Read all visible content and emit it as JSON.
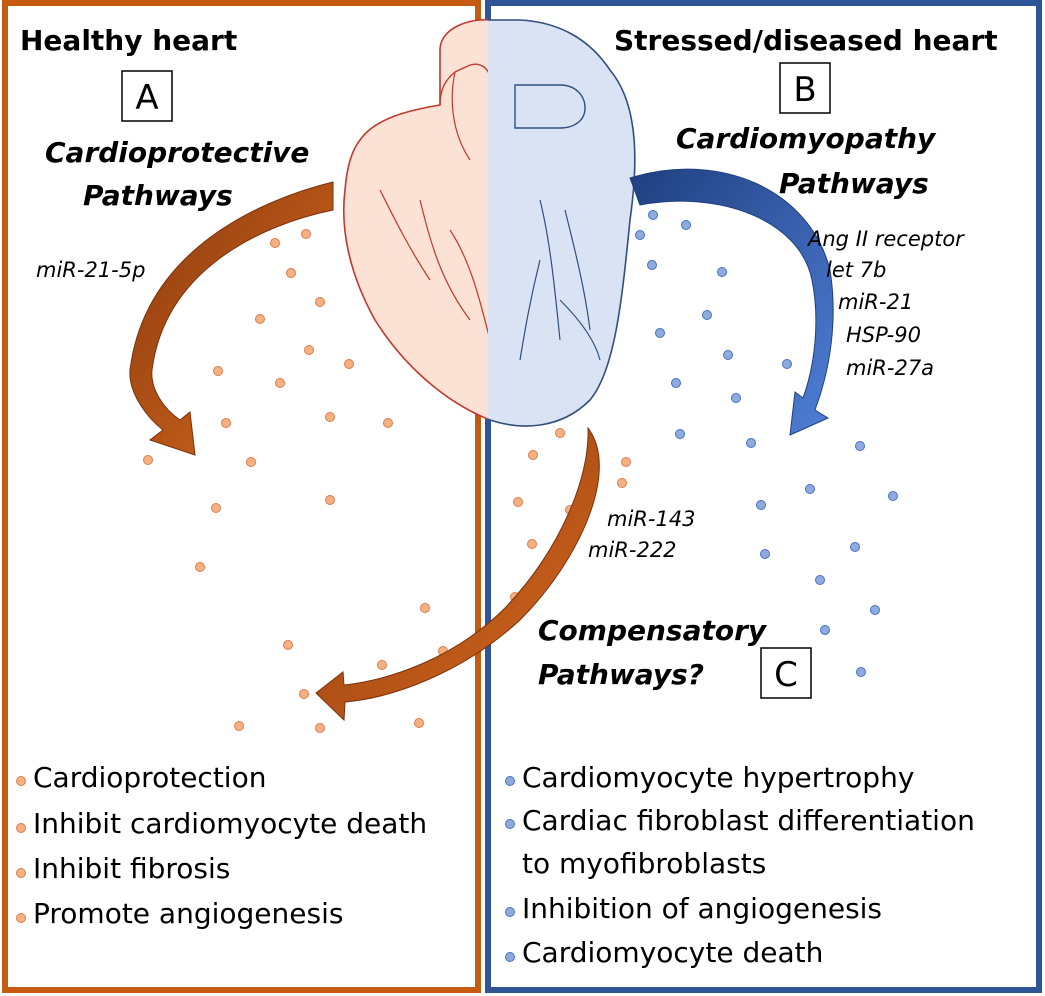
{
  "panels": {
    "healthy": {
      "title": "Healthy heart",
      "label": "A",
      "pathway_line1": "Cardioprotective",
      "pathway_line2": "Pathways",
      "mirna": [
        "miR-21-5p"
      ],
      "effects": [
        "Cardioprotection",
        "Inhibit cardiomyocyte death",
        "Inhibit fibrosis",
        "Promote angiogenesis"
      ]
    },
    "diseased": {
      "title": "Stressed/diseased heart",
      "label": "B",
      "pathway_line1": "Cardiomyopathy",
      "pathway_line2": "Pathways",
      "mirna": [
        "Ang II receptor",
        "let 7b",
        "miR-21",
        "HSP-90",
        "miR-27a"
      ],
      "effects": [
        "Cardiomyocyte hypertrophy",
        "Cardiac fibroblast differentiation",
        "to myofibroblasts",
        "Inhibition of angiogenesis",
        "Cardiomyocyte death"
      ]
    },
    "compensatory": {
      "label": "C",
      "pathway_line1": "Compensatory",
      "pathway_line2": "Pathways?",
      "mirna": [
        "miR-143",
        "miR-222"
      ]
    }
  },
  "colors": {
    "healthy_border": "#c55a11",
    "diseased_border": "#2f5597",
    "healthy_dot": "#f4b183",
    "healthy_dot_stroke": "#e07b4a",
    "diseased_dot": "#8faadc",
    "diseased_dot_stroke": "#4472c4",
    "heart_healthy": "#fbe2d5",
    "heart_diseased": "#dae3f3"
  }
}
